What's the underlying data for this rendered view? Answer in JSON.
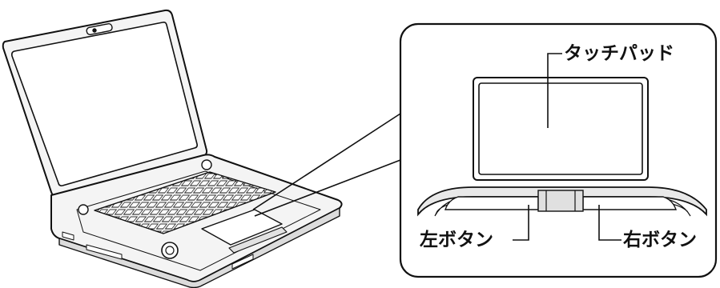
{
  "labels": {
    "touchpad": "タッチパッド",
    "left_button": "左ボタン",
    "right_button": "右ボタン"
  },
  "colors": {
    "line": "#111111",
    "background": "#ffffff",
    "button_area": "#e8e8e8",
    "body": "#f4f4f4"
  }
}
